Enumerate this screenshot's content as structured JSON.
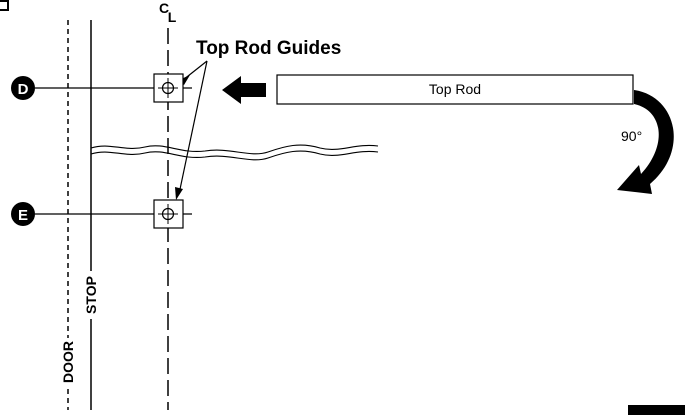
{
  "diagram": {
    "callout_title": "Top Rod Guides",
    "centerline_symbol_top": "C",
    "centerline_symbol_bottom": "L",
    "marker_d": "D",
    "marker_e": "E",
    "top_rod_label": "Top Rod",
    "rotation_label": "90°",
    "door_label": "DOOR",
    "stop_label": "STOP"
  }
}
